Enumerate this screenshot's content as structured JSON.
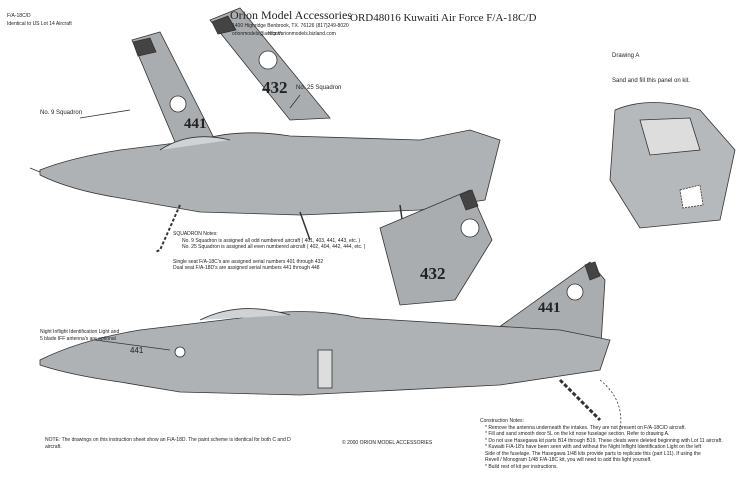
{
  "header": {
    "aircraft_type": "F/A-18C/D",
    "aircraft_note": "Identical to US Lot 14 Aircraft",
    "company": "Orion Model Accessories",
    "address": "1400 Highridge Benbrook, TX. 76126 (817)249-8020",
    "email": "orionmodels@aol.com",
    "website": "http://orionmodels.bizland.com",
    "product_title": "ORD48016  Kuwaiti Air Force F/A-18C/D"
  },
  "labels": {
    "squadron_25": "No. 25 Squadron",
    "squadron_9": "No. 9 Squadron",
    "drawing_a": "Drawing A",
    "sand_fill": "Sand and fill this panel on kit.",
    "night_light_1": "Night Inflight Identification Light and",
    "night_light_2": "5 blade IFF antenna's are optional"
  },
  "tail_numbers": {
    "upper_c": "432",
    "upper_d": "441",
    "lower_c": "432",
    "lower_d": "441",
    "nose": "441"
  },
  "squadron_notes": {
    "title": "SQUADRON Notes:",
    "line1": "No. 9 Squadron is assigned all odd numbered aircraft ( 401, 403, 441, 443, etc. )",
    "line2": "No. 25 Squadron is assigned all even numbered aircraft ( 402, 404, 442, 444, etc. )",
    "line3": "Single seat F/A-18C's are assigned serial numbers 401 through 432",
    "line4": "Dual seat F/A-18D's are assigned serial numbers 441 through 448"
  },
  "footer": {
    "note_1": "NOTE: The drawings on this instruction sheet show an F/A-18D. The paint scheme is identical for both C and D",
    "note_2": "aircraft.",
    "copyright": "© 2000   ORION MODEL ACCESSORIES"
  },
  "construction_notes": {
    "title": "Construction Notes:",
    "items": [
      "* Remove the antenna underneath the intakes. They are not present on F/A-18C/D aircraft.",
      "* Fill and sand smooth door 5L on the kit nose fuselage section. Refer to drawing A.",
      "* Do not use Hasegawa kit parts B14 through B19. These cleats were deleted beginning with Lot 11 aircraft.",
      "* Kuwaiti F/A-18's have been seen with and without the Night Inflight Identification Light on the left",
      "Side  of the fuselage. The Hasegawa 1/48 kits provide parts to replicate this (part L11). If using the",
      "Revell / Monogram 1/48 F/A-18C kit, you will need to add this light yourself.",
      "* Build rest of kit per instructions."
    ]
  }
}
